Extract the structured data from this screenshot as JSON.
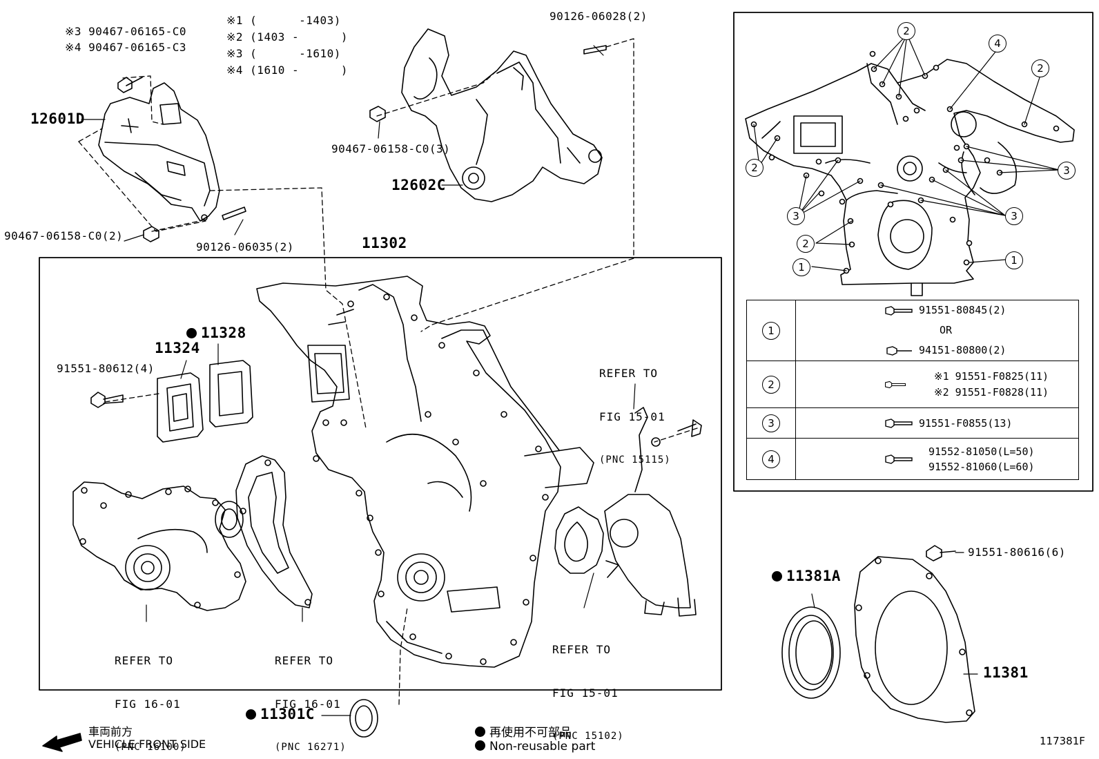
{
  "diagram_id": "117381F",
  "legend_notes": {
    "jp": "再使用不可部品",
    "en": "Non-reusable part"
  },
  "front_label": {
    "jp": "車両前方",
    "en": "VEHICLE FRONT SIDE"
  },
  "date_notes": [
    "※1 (      -1403)",
    "※2 (1403 -      )",
    "※3 (      -1610)",
    "※4 (1610 -      )"
  ],
  "callouts": {
    "c1": "※3 90467-06165-C0",
    "c2": "※4 90467-06165-C3",
    "c3": "12601D",
    "c4": "90467-06158-C0(2)",
    "c5": "90126-06035(2)",
    "c6": "90126-06028(2)",
    "c7": "90467-06158-C0(3)",
    "c8": "12602C",
    "c9": "11302",
    "c10": "11328",
    "c11": "11324",
    "c12": "91551-80612(4)",
    "c13": "11301C",
    "c14": "11381A",
    "c15": "11381",
    "c16": "91551-80616(6)"
  },
  "refs": {
    "r1": {
      "line1": "REFER TO",
      "line2": "FIG 16-01",
      "line3": "(PNC 16100)"
    },
    "r2": {
      "line1": "REFER TO",
      "line2": "FIG 16-01",
      "line3": "(PNC 16271)"
    },
    "r3": {
      "line1": "REFER TO",
      "line2": "FIG 15-01",
      "line3": "(PNC 15102)"
    },
    "r4": {
      "line1": "REFER TO",
      "line2": "FIG 15-01",
      "line3": "(PNC 15115)"
    }
  },
  "bolt_table": [
    {
      "key": "1",
      "lines": [
        "91551-80845(2)",
        "OR",
        "94151-80800(2)"
      ]
    },
    {
      "key": "2",
      "lines": [
        "※1 91551-F0825(11)",
        "※2 91551-F0828(11)"
      ]
    },
    {
      "key": "3",
      "lines": [
        "91551-F0855(13)"
      ]
    },
    {
      "key": "4",
      "lines": [
        "91552-81050(L=50)",
        "91552-81060(L=60)"
      ]
    }
  ],
  "bolt_map_markers": [
    "1",
    "2",
    "3",
    "4"
  ]
}
